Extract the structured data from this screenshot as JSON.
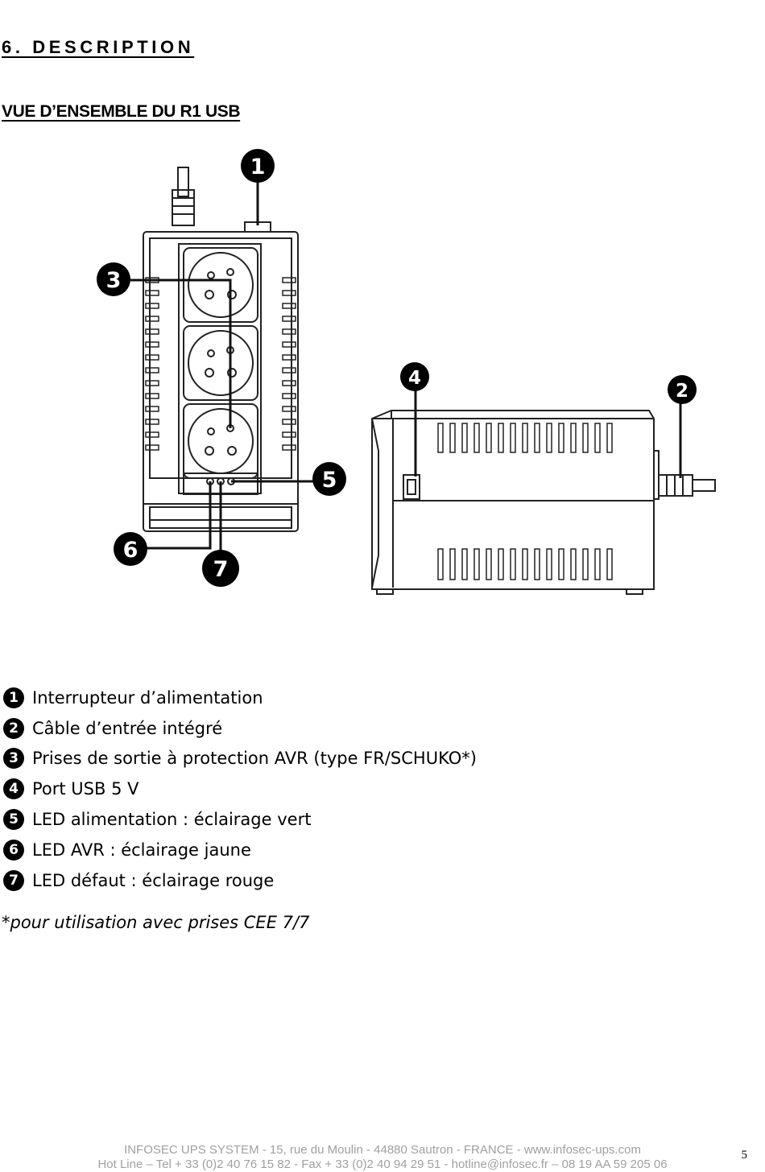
{
  "section_title": "6. DESCRIPTION",
  "subsection_title": "VUE D’ENSEMBLE DU R1 USB",
  "callout_numbers": [
    "1",
    "2",
    "3",
    "4",
    "5",
    "6",
    "7"
  ],
  "legend": [
    {
      "num": "1",
      "text": "Interrupteur d’alimentation"
    },
    {
      "num": "2",
      "text": "Câble d’entrée intégré"
    },
    {
      "num": "3",
      "text": "Prises de sortie à protection AVR (type FR/SCHUKO*)"
    },
    {
      "num": "4",
      "text": "Port USB 5 V"
    },
    {
      "num": "5",
      "text": "LED alimentation : éclairage vert"
    },
    {
      "num": "6",
      "text": "LED AVR : éclairage jaune"
    },
    {
      "num": "7",
      "text": "LED défaut : éclairage rouge"
    }
  ],
  "footnote": "*pour utilisation avec prises CEE 7/7",
  "footer": {
    "line1": "INFOSEC UPS SYSTEM - 15, rue du Moulin - 44880 Sautron - FRANCE -  www.infosec-ups.com",
    "line2": "Hot Line – Tel + 33 (0)2 40 76 15 82 - Fax + 33 (0)2 40 94 29 51 - hotline@infosec.fr – 08 19 AA 59 205 06"
  },
  "page_number": "5"
}
